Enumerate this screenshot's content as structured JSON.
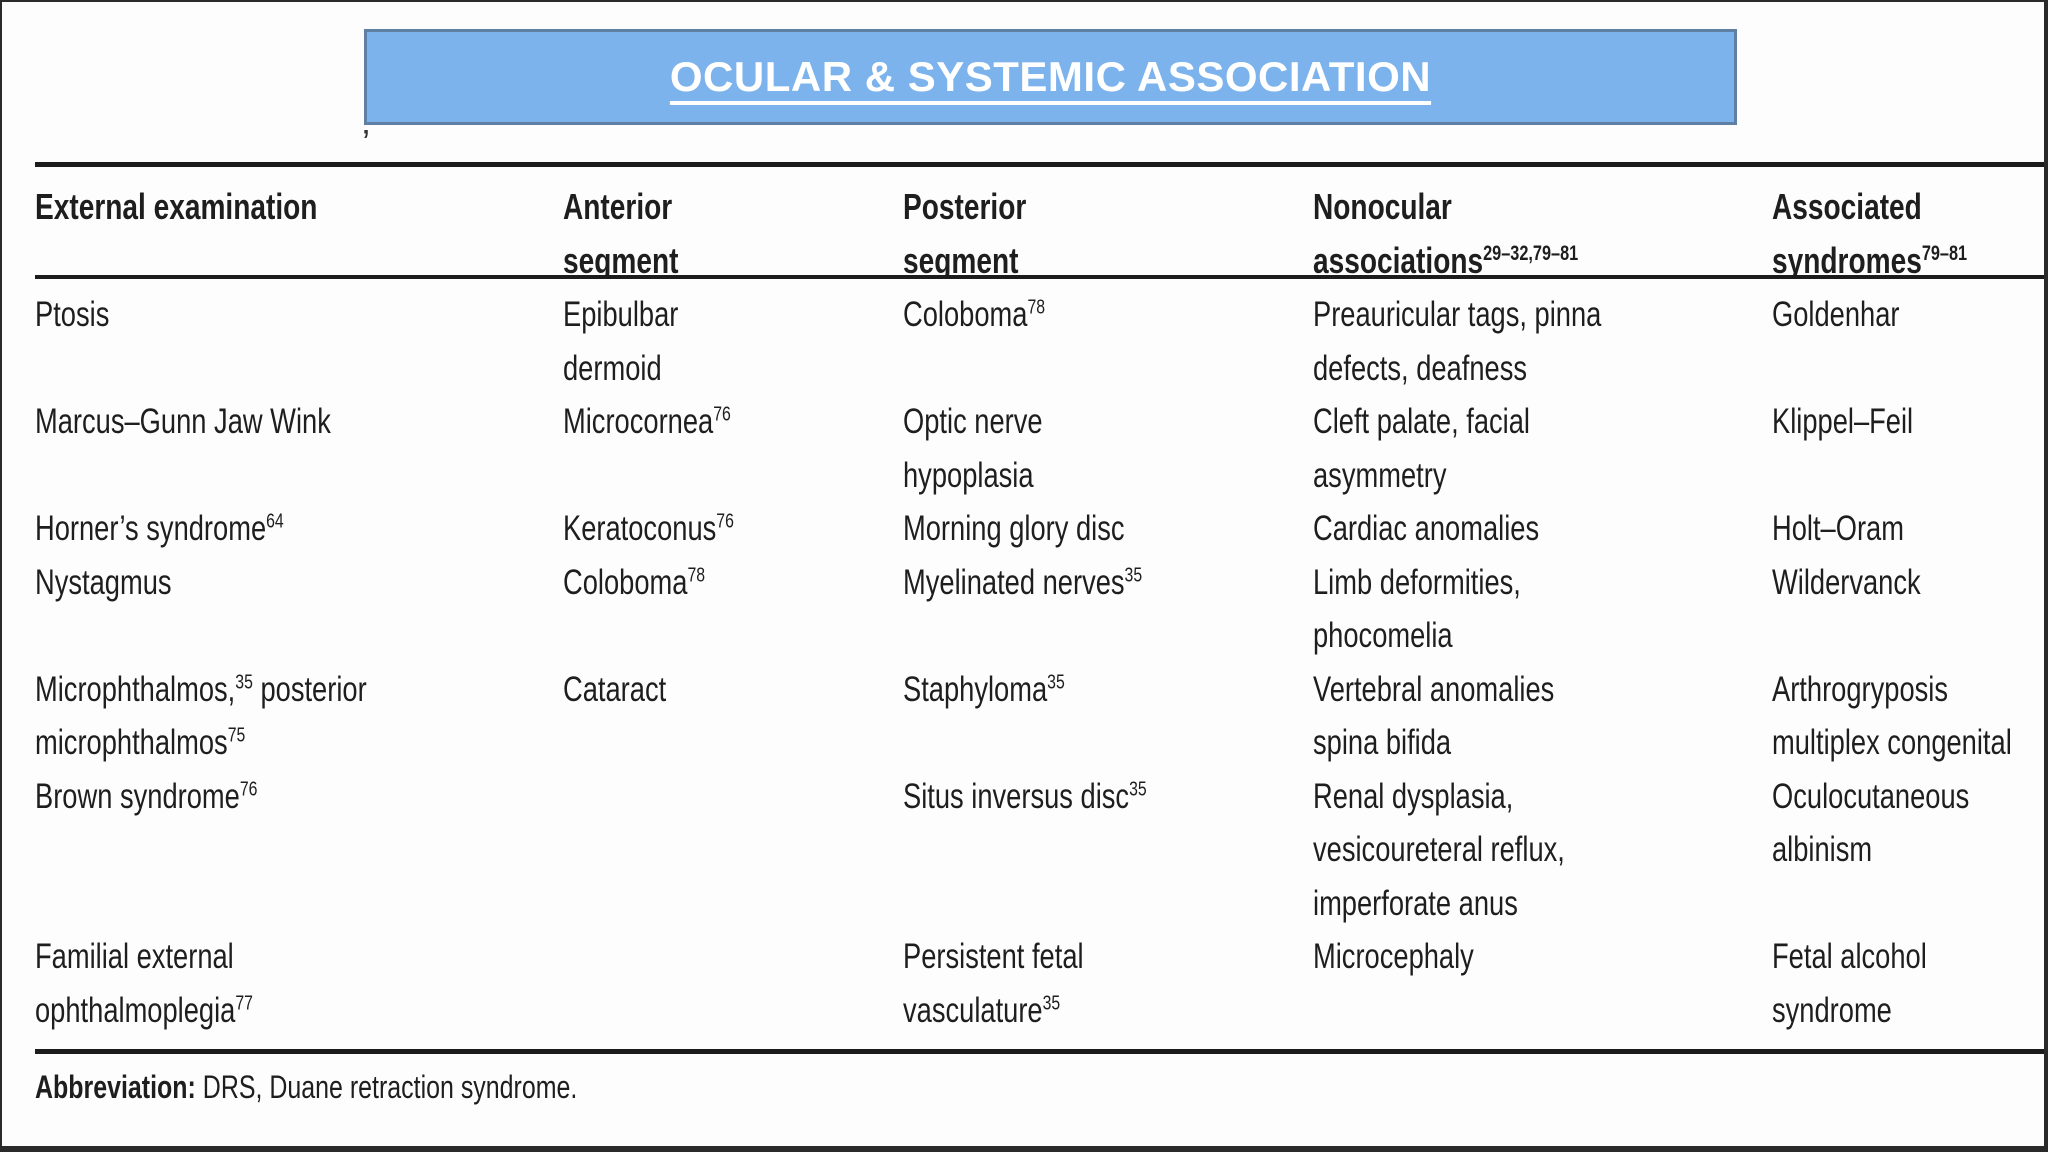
{
  "page": {
    "background": "#fdfdfd",
    "text_color": "#1e1e1e",
    "rule_color": "#1c1c1c"
  },
  "banner": {
    "title": "OCULAR & SYSTEMIC ASSOCIATION",
    "fill_color": "#7db3ec",
    "border_color": "#607fa4",
    "text_color": "#ffffff"
  },
  "stray_mark": "’",
  "table": {
    "headers": [
      [
        "External examination"
      ],
      [
        "Anterior",
        "segment"
      ],
      [
        "Posterior",
        "segment"
      ],
      [
        "Nonocular",
        "associations^{29–32,79–81}"
      ],
      [
        "Associated",
        "syndromes^{79–81}"
      ]
    ],
    "rows": [
      {
        "cells": [
          [
            "Ptosis"
          ],
          [
            "Epibulbar",
            "dermoid"
          ],
          [
            "Coloboma^{78}"
          ],
          [
            "Preauricular tags, pinna",
            "defects, deafness"
          ],
          [
            "Goldenhar"
          ]
        ]
      },
      {
        "cells": [
          [
            "Marcus–Gunn Jaw Wink"
          ],
          [
            "Microcornea^{76}"
          ],
          [
            "Optic nerve",
            "hypoplasia"
          ],
          [
            "Cleft palate, facial",
            "asymmetry"
          ],
          [
            "Klippel–Feil"
          ]
        ]
      },
      {
        "cells": [
          [
            "Horner’s syndrome^{64}"
          ],
          [
            "Keratoconus^{76}"
          ],
          [
            "Morning glory disc"
          ],
          [
            "Cardiac anomalies"
          ],
          [
            "Holt–Oram"
          ]
        ]
      },
      {
        "cells": [
          [
            "Nystagmus"
          ],
          [
            "Coloboma^{78}"
          ],
          [
            "Myelinated nerves^{35}"
          ],
          [
            "Limb deformities,",
            "phocomelia"
          ],
          [
            "Wildervanck"
          ]
        ]
      },
      {
        "cells": [
          [
            "Microphthalmos,^{35} posterior",
            "microphthalmos^{75}"
          ],
          [
            "Cataract"
          ],
          [
            "Staphyloma^{35}"
          ],
          [
            "Vertebral anomalies",
            "spina bifida"
          ],
          [
            "Arthrogryposis",
            "multiplex congenital"
          ]
        ]
      },
      {
        "cells": [
          [
            "Brown syndrome^{76}"
          ],
          [],
          [
            "Situs inversus disc^{35}"
          ],
          [
            "Renal dysplasia,",
            "vesicoureteral reflux,",
            "imperforate anus"
          ],
          [
            "Oculocutaneous",
            "albinism"
          ]
        ]
      },
      {
        "cells": [
          [
            "Familial external",
            "ophthalmoplegia^{77}"
          ],
          [],
          [
            "Persistent fetal",
            "vasculature^{35}"
          ],
          [
            "Microcephaly"
          ],
          [
            "Fetal alcohol",
            "syndrome"
          ]
        ]
      }
    ],
    "footnote": {
      "label": "Abbreviation:",
      "text": " DRS, Duane retraction syndrome."
    }
  }
}
